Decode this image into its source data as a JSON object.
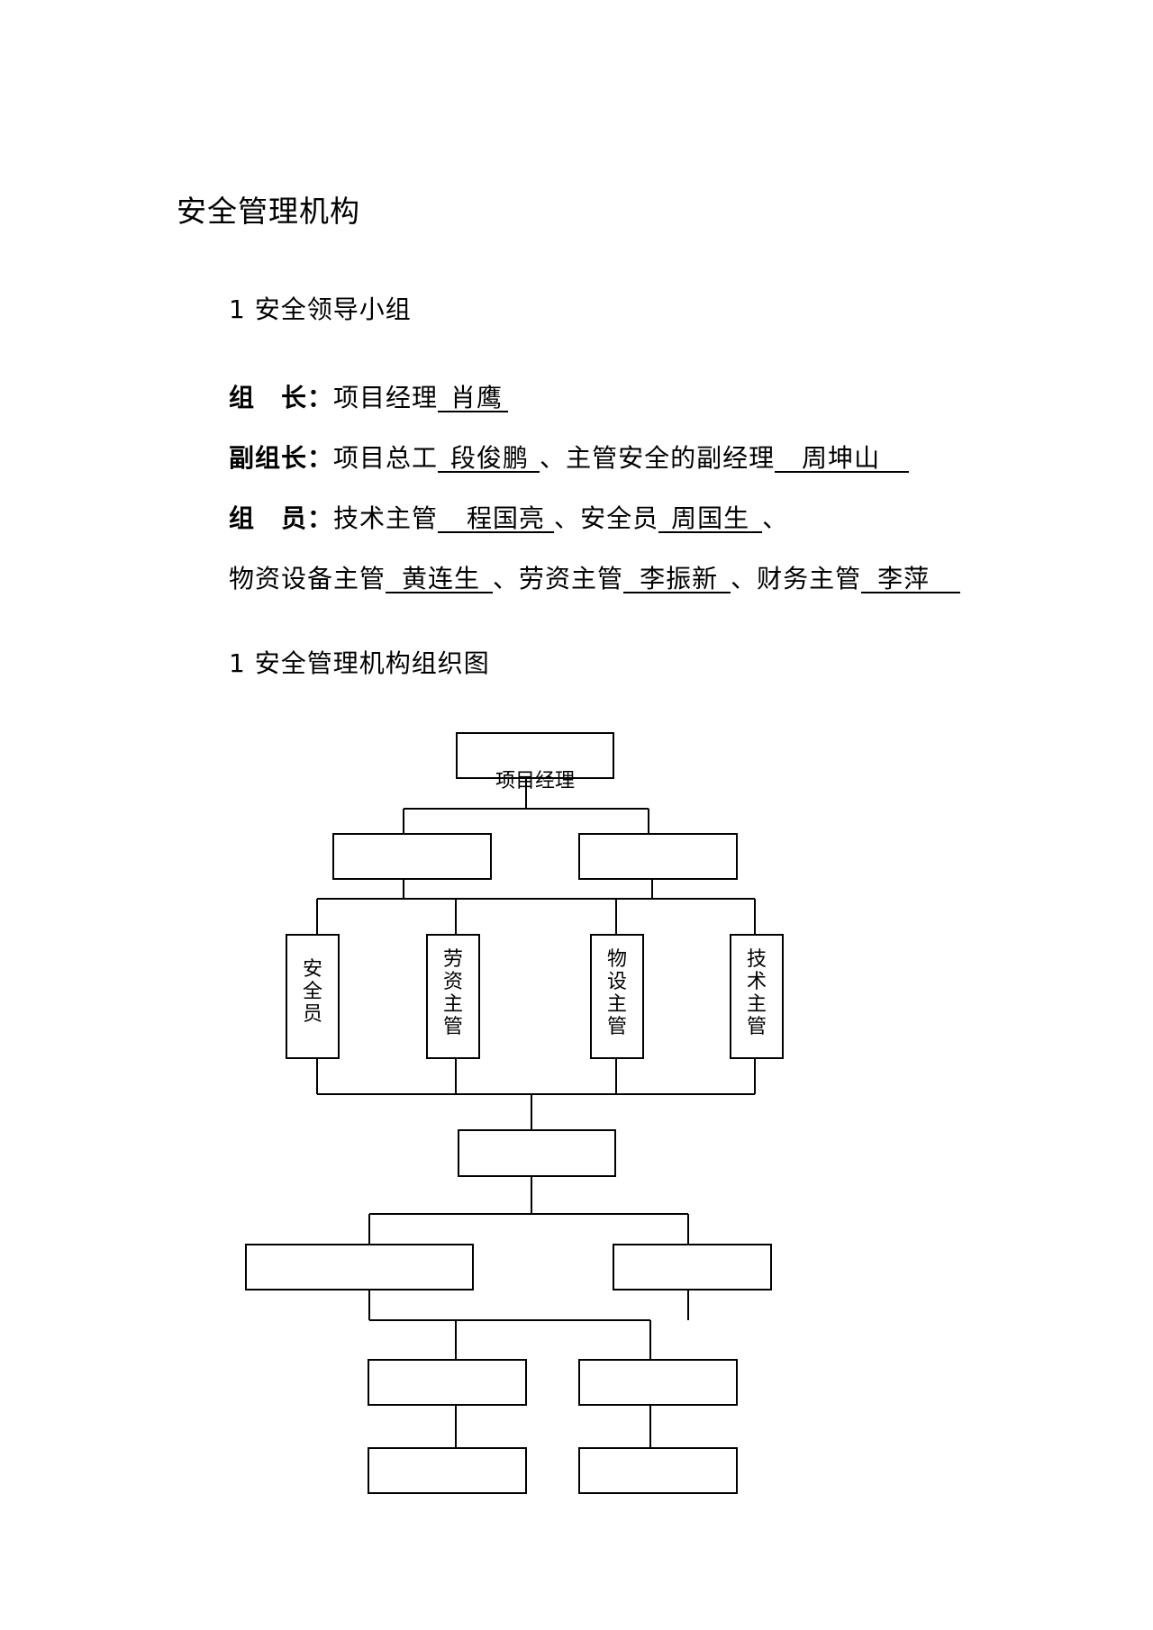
{
  "title": "安全管理机构",
  "section1": "1 安全领导小组",
  "leader": {
    "label": "组　长：",
    "role": "项目经理",
    "name": "肖鹰"
  },
  "deputy": {
    "label": "副组长：",
    "role1": "项目总工",
    "name1": "段俊鹏",
    "sep": "、",
    "role2": "主管安全的副经理",
    "name2": "周坤山"
  },
  "members": {
    "label": "组　员：",
    "role1": "技术主管",
    "name1": "程国亮",
    "role2": "安全员",
    "name2": "周国生",
    "role3": "物资设备主管",
    "name3": "黄连生",
    "role4": "劳资主管",
    "name4": "李振新",
    "role5": "财务主管",
    "name5": "李萍",
    "sep": "、"
  },
  "section2": "1 安全管理机构组织图",
  "org": {
    "pm": "项目经理",
    "safety_officer": [
      "安",
      "全",
      "员"
    ],
    "labor": [
      "劳",
      "资",
      "主",
      "管"
    ],
    "materials": [
      "物",
      "设",
      "主",
      "管"
    ],
    "tech": [
      "技",
      "术",
      "主",
      "管"
    ]
  }
}
